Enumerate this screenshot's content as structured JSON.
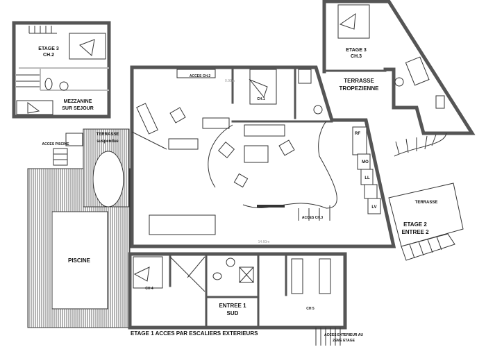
{
  "labels": {
    "ch2_floor": "ETAGE 3",
    "ch2_room": "CH.2",
    "mezzanine_1": "MEZZANINE",
    "mezzanine_2": "SUR SEJOUR",
    "acces_piscine": "ACCES PISCINE",
    "terrasse_susp_1": "TERRASSE",
    "terrasse_susp_2": "suspendue",
    "acces_ch2": "ACCES CH.2",
    "ch1": "CH.1",
    "ch3_floor": "ETAGE 3",
    "ch3_room": "CH.3",
    "tropez_1": "TERRASSE",
    "tropez_2": "TROPEZIENNE",
    "rf": "RF",
    "mo": "MO",
    "ll": "LL",
    "lv": "LV",
    "acces_ch3": "ACCES CH.3",
    "terrasse_east": "TERRASSE",
    "etage2": "ETAGE 2",
    "entree2": "ENTREE 2",
    "piscine": "PISCINE",
    "ch4": "CH 4",
    "entree1": "ENTREE 1",
    "sud": "SUD",
    "ch5": "CH 5",
    "etage1_caption": "ETAGE 1 ACCES PAR ESCALIERS EXTERIEURS",
    "acces_ext_1": "ACCES EXTERIEUR AU",
    "acces_ext_2": "2EME ETAGE",
    "dim_main": "14.60m",
    "dim_ch2": "0.90m"
  }
}
